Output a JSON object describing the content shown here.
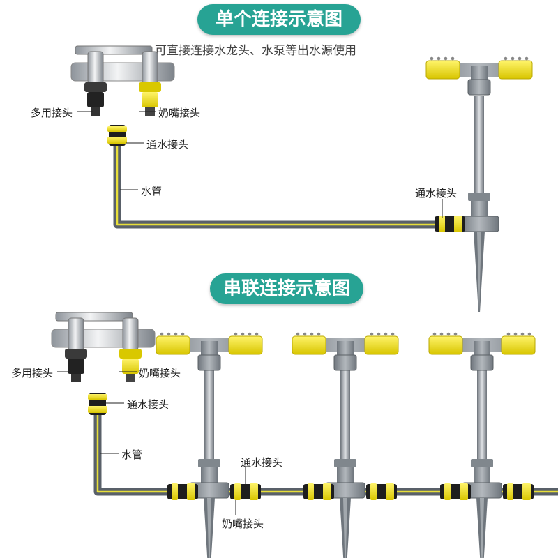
{
  "section1": {
    "title": "单个连接示意图",
    "subtitle": "可直接连接水龙头、水泵等出水源使用",
    "labels": {
      "multi_adapter": "多用接头",
      "nipple_adapter": "奶嘴接头",
      "water_connector": "通水接头",
      "hose": "水管",
      "water_connector_right": "通水接头"
    }
  },
  "section2": {
    "title": "串联连接示意图",
    "labels": {
      "multi_adapter": "多用接头",
      "nipple_adapter": "奶嘴接头",
      "water_connector": "通水接头",
      "hose": "水管",
      "water_connector_right": "通水接头",
      "nipple_adapter_bottom": "奶嘴接头"
    }
  },
  "colors": {
    "accent": "#27a394",
    "yellow": "#f2e21c",
    "gray": "#8a9097",
    "hose_stripe": "#e8df3a",
    "chrome": "#c9ccd0"
  }
}
